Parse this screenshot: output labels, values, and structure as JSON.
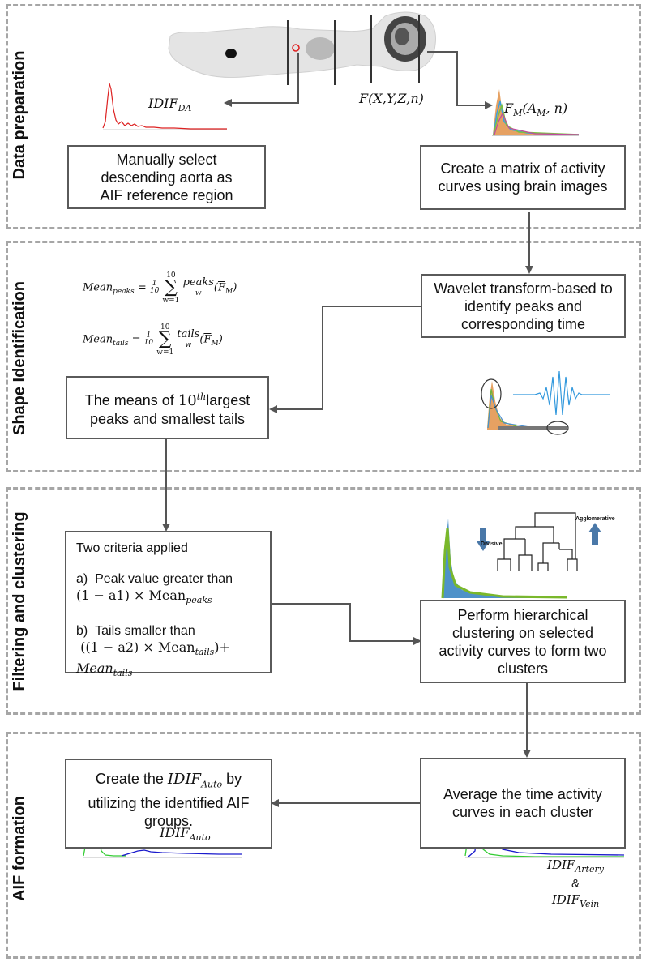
{
  "sections": {
    "data_preparation": "Data preparation",
    "shape_identification": "Shape Identification",
    "filtering_clustering": "Filtering and clustering",
    "aif_formation": "AIF formation"
  },
  "labels": {
    "idif_da_main": "IDIF",
    "idif_da_sub": "DA",
    "f_xyzn": "F(X,Y,Z,n)",
    "fm_main": "F",
    "fm_sub": "M",
    "fm_args": "(A",
    "fm_args_sub": "M",
    "fm_args_end": ", n)",
    "idif_auto_main": "IDIF",
    "idif_auto_sub": "Auto",
    "idif_artery_main": "IDIF",
    "idif_artery_sub": "Artery",
    "amp": "&",
    "idif_vein_main": "IDIF",
    "idif_vein_sub": "Vein"
  },
  "boxes": {
    "manual_select": "Manually select descending aorta as AIF reference region",
    "create_matrix": "Create a matrix of activity curves using brain images",
    "wavelet": "Wavelet transform-based to identify peaks and corresponding time",
    "means_pre": "The means of ",
    "means_sup_base": "10",
    "means_sup": "th",
    "means_post": "largest peaks and smallest tails",
    "criteria_title": "Two criteria applied",
    "criteria_a_label": "a)",
    "criteria_a_text": "Peak value greater than",
    "criteria_a_formula": "(1 − a1) × Mean",
    "criteria_a_sub": "peaks",
    "criteria_b_label": "b)",
    "criteria_b_text": "Tails smaller than",
    "criteria_b_formula": "((1 − a2) × Mean",
    "criteria_b_sub": "tails",
    "criteria_b_formula_end": ")+",
    "criteria_b_line3": "Mean",
    "criteria_b_line3_sub": "tails",
    "hierarchical": "Perform hierarchical clustering on selected activity curves to form two clusters",
    "create_idif_pre": "Create the ",
    "create_idif_math": "IDIF",
    "create_idif_sub": "Auto",
    "create_idif_post": " by utilizing the identified AIF groups.",
    "average": "Average the time activity curves in each cluster"
  },
  "equations": {
    "mean_peaks_lhs": "Mean",
    "mean_peaks_lhs_sub": "peaks",
    "mean_peaks_rhs": "= ",
    "frac_num": "1",
    "frac_den": "10",
    "sum_upper": "10",
    "sum_lower": "w=1",
    "peaks_fn": "peaks",
    "peaks_w": "w",
    "mean_tails_lhs": "Mean",
    "mean_tails_lhs_sub": "tails",
    "tails_fn": "tails",
    "tails_w": "w",
    "fm_hat": "F",
    "fm_hat_sub": "M"
  },
  "dendrogram": {
    "divisive": "Divisive",
    "agglomerative": "Agglomerative"
  },
  "colors": {
    "arrow": "#555555",
    "section_border": "#a6a6a6",
    "idif_da_curve": "#dd2222",
    "artery_curve": "#33cc33",
    "vein_curve": "#1a1acc",
    "wavelet": "#3399dd",
    "dendro_arrow": "#4a78a8"
  }
}
